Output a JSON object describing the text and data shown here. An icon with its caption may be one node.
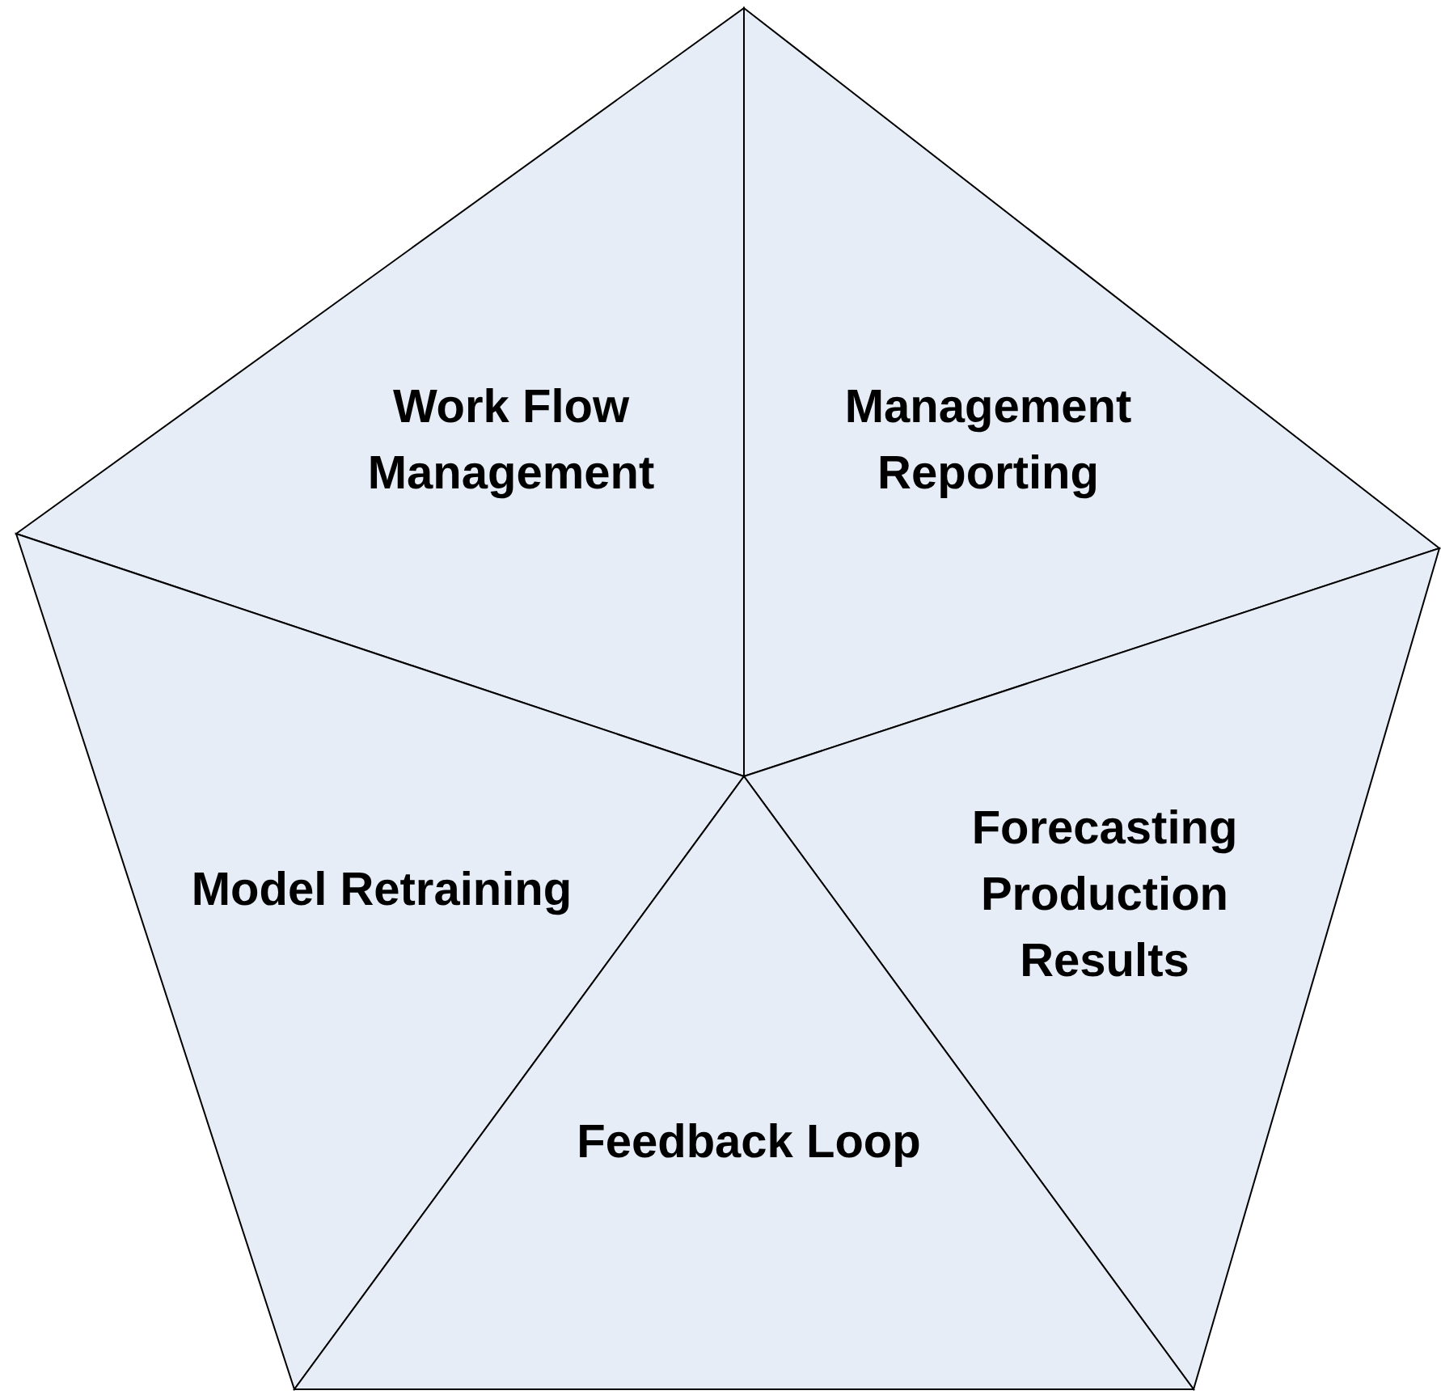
{
  "diagram": {
    "nodes": [
      {
        "text": [
          "Work Flow Management"
        ]
      },
      {
        "text": [
          "Management Reporting"
        ]
      },
      {
        "text": [
          "Forecasting Production Results"
        ]
      },
      {
        "text": [
          "Model Retraining"
        ]
      },
      {
        "text": [
          "Feedback Loop"
        ]
      }
    ]
  }
}
